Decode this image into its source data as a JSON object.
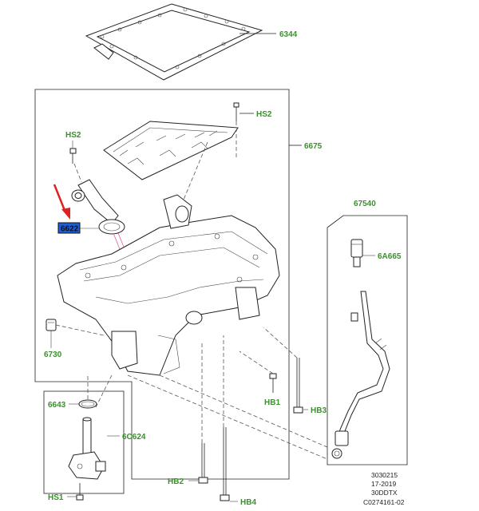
{
  "labels": {
    "gasket_top": "6344",
    "baffle_group": "6675",
    "bolt_hs2_right": "HS2",
    "bolt_hs2_left": "HS2",
    "highlighted": "6622",
    "drain_plug": "6730",
    "dipstick_group": "67540",
    "dipstick_seal": "6A665",
    "sensor_oring": "6643",
    "sensor_group": "6C624",
    "bolt_hb1": "HB1",
    "bolt_hb3": "HB3",
    "bolt_hb2": "HB2",
    "bolt_hb4": "HB4",
    "bolt_hs1": "HS1"
  },
  "reference": {
    "line1": "3030215",
    "line2": "17-2019",
    "line3": "30DDTX",
    "line4": "C0274161-02"
  },
  "colors": {
    "label_green": "#3c8f2e",
    "highlight_fill": "#1f5fd6",
    "arrow_red": "#e02020",
    "line": "#222222"
  },
  "icons": {
    "arrow": "red-arrow-pointer"
  }
}
